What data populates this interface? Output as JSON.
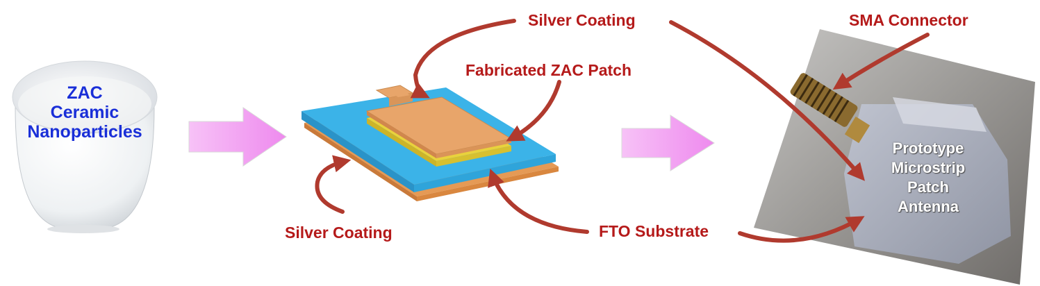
{
  "stage1": {
    "line1": "ZAC",
    "line2": "Ceramic",
    "line3": "Nanoparticles"
  },
  "labels": {
    "silver_coating_top": "Silver Coating",
    "fabricated_patch": "Fabricated ZAC Patch",
    "silver_coating_bottom": "Silver Coating",
    "fto_substrate": "FTO Substrate",
    "sma_connector": "SMA Connector"
  },
  "stage3": {
    "line1": "Prototype",
    "line2": "Microstrip",
    "line3": "Patch",
    "line4": "Antenna"
  },
  "colors": {
    "label_red": "#b51a1a",
    "arrow_red": "#b03a2e",
    "process_arrow": "#f4a6f4",
    "substrate_blue": "#3bb3e8",
    "patch_orange": "#e8a56a",
    "text_blue": "#1a2fd8"
  }
}
